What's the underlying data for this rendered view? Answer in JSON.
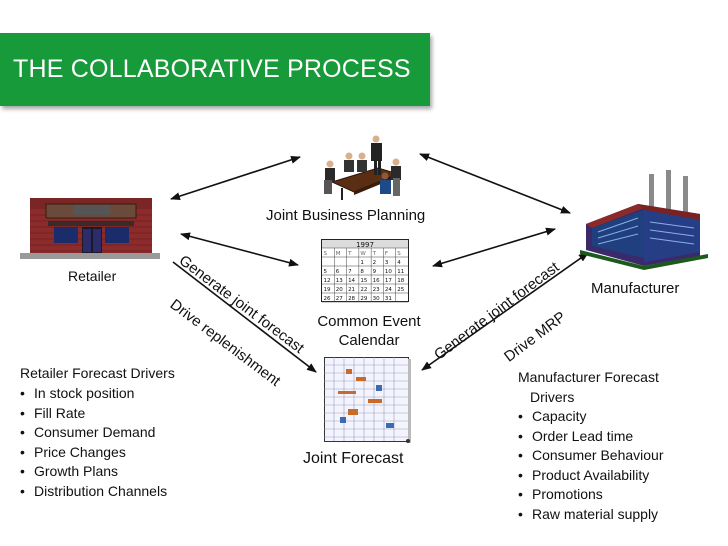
{
  "title": "THE COLLABORATIVE PROCESS",
  "nodes": {
    "joint_business_planning": "Joint Business Planning",
    "retailer": "Retailer",
    "manufacturer": "Manufacturer",
    "calendar_line1": "Common Event",
    "calendar_line2": "Calendar",
    "joint_forecast": "Joint Forecast"
  },
  "calendar": {
    "year": "1997",
    "days": [
      "S",
      "M",
      "T",
      "W",
      "T",
      "F",
      "S"
    ],
    "rows": [
      [
        "",
        "",
        "",
        "1",
        "2",
        "3",
        "4"
      ],
      [
        "5",
        "6",
        "7",
        "8",
        "9",
        "10",
        "11"
      ],
      [
        "12",
        "13",
        "14",
        "15",
        "16",
        "17",
        "18"
      ],
      [
        "19",
        "20",
        "21",
        "22",
        "23",
        "24",
        "25"
      ],
      [
        "26",
        "27",
        "28",
        "29",
        "30",
        "31",
        ""
      ]
    ]
  },
  "arrow_labels": {
    "generate_left": "Generate joint forecast",
    "drive_replenishment": "Drive replenishment",
    "generate_right": "Generate joint forecast",
    "drive_mrp": "Drive MRP"
  },
  "retailer_drivers": {
    "heading": "Retailer Forecast Drivers",
    "items": [
      "In stock position",
      "Fill Rate",
      "Consumer Demand",
      "Price Changes",
      "Growth Plans",
      "Distribution Channels"
    ]
  },
  "manufacturer_drivers": {
    "heading_line1": "Manufacturer Forecast",
    "heading_line2": "Drivers",
    "items": [
      "Capacity",
      "Order Lead time",
      "Consumer Behaviour",
      "Product Availability",
      "Promotions",
      "Raw material supply"
    ]
  },
  "colors": {
    "title_bg": "#179a3a",
    "title_text": "#ffffff",
    "store_brick": "#8b2b2b",
    "factory_base": "#2a2a8a"
  }
}
